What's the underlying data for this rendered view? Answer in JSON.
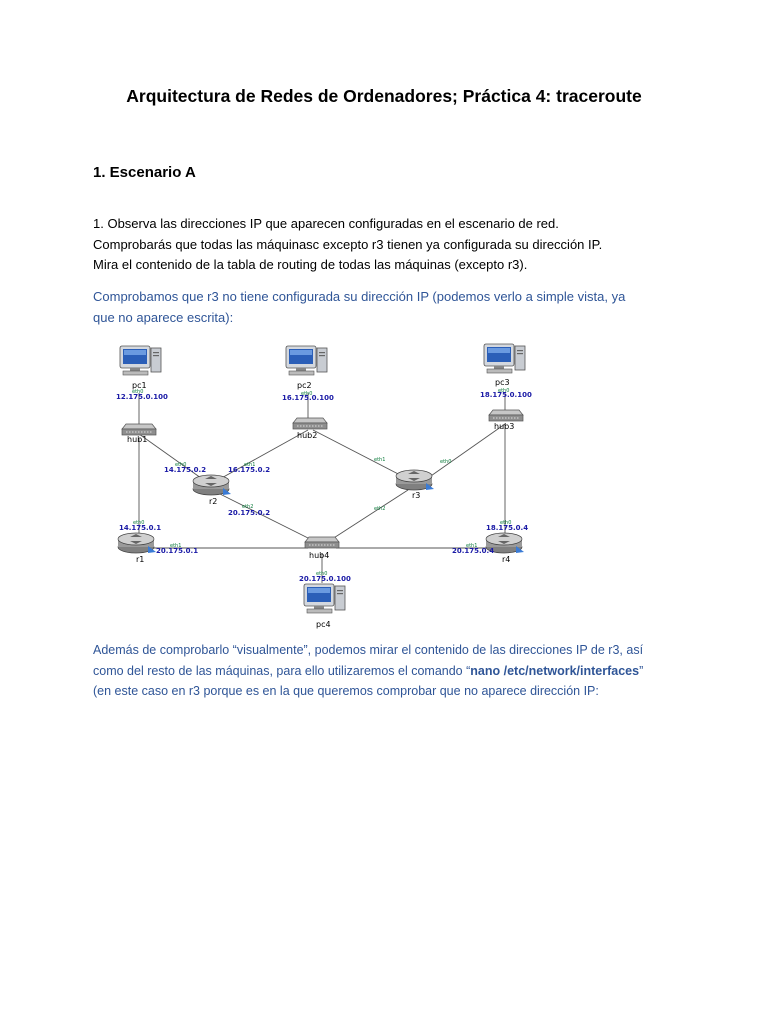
{
  "doc": {
    "title": "Arquitectura de Redes de Ordenadores; Práctica 4: traceroute",
    "section_title": "1. Escenario A",
    "intro_lines": [
      "1. Observa las direcciones IP que aparecen configuradas en el escenario de red.",
      "Comprobarás que todas las máquinasc excepto r3 tienen ya configurada su dirección IP.",
      "Mira el contenido de la tabla de routing de todas las máquinas (excepto r3)."
    ],
    "answer_lines": [
      "Comprobamos que r3 no tiene configurada su dirección IP (podemos verlo a simple vista, ya",
      "que no aparece escrita):"
    ],
    "after_line1": "Además de comprobarlo “visualmente”, podemos mirar el contenido de las direcciones IP de r3, así",
    "after_line2_pre": "como del resto de las máquinas, para ello utilizaremos el comando “",
    "after_line2_cmd": "nano /etc/network/interfaces",
    "after_line2_post": "”",
    "after_line3": "(en este caso en r3 porque es en la que queremos comprobar que no aparece dirección IP:"
  },
  "diagram": {
    "colors": {
      "ip": "#1a1aa6",
      "eth": "#0a7a3a",
      "link": "#555555"
    },
    "devices": {
      "pc1": "pc1",
      "pc2": "pc2",
      "pc3": "pc3",
      "pc4": "pc4",
      "hub1": "hub1",
      "hub2": "hub2",
      "hub3": "hub3",
      "hub4": "hub4",
      "r1": "r1",
      "r2": "r2",
      "r3": "r3",
      "r4": "r4"
    },
    "ips": {
      "pc1": "12.175.0.100",
      "pc2": "16.175.0.100",
      "pc3": "18.175.0.100",
      "pc4": "20.175.0.100",
      "r1_eth0": "14.175.0.1",
      "r1_eth1": "20.175.0.1",
      "r2_eth0": "14.175.0.2",
      "r2_eth1": "16.175.0.2",
      "r2_eth2": "20.175.0.2",
      "r4_eth0": "18.175.0.4",
      "r4_eth1": "20.175.0.4"
    },
    "eth": {
      "eth0": "eth0",
      "eth1": "eth1",
      "eth2": "eth2"
    }
  }
}
